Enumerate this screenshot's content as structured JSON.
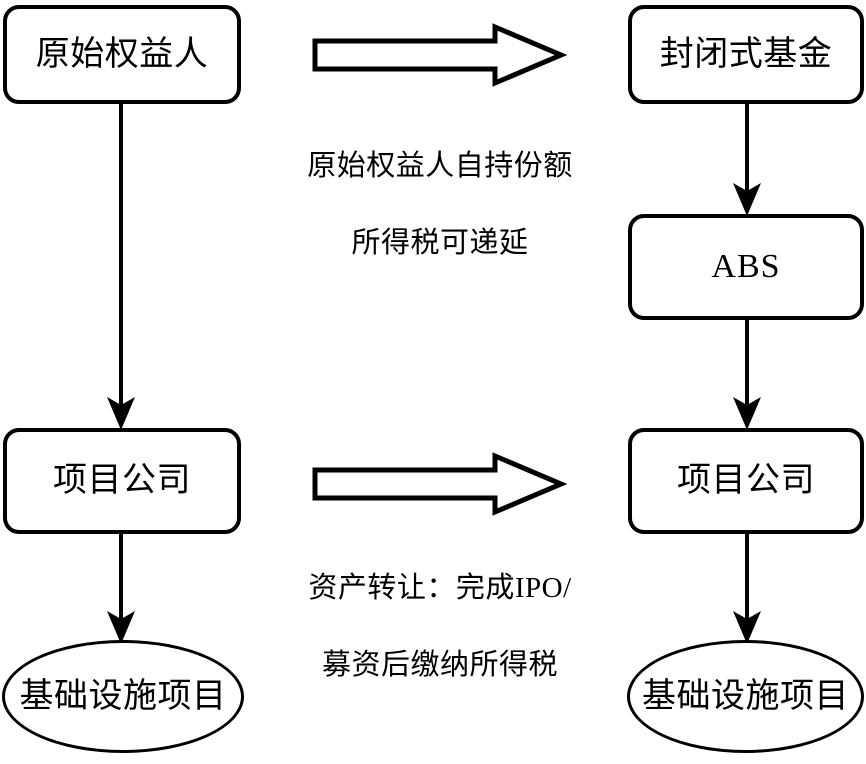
{
  "diagram": {
    "title": "REITs structure comparison flow diagram",
    "stroke_color": "#000000",
    "fill_color": "#ffffff",
    "left_column": {
      "nodes": [
        {
          "id": "original-equity-holder",
          "label": "原始权益人",
          "shape": "rounded-rect"
        },
        {
          "id": "project-company-left",
          "label": "项目公司",
          "shape": "rounded-rect"
        },
        {
          "id": "infrastructure-project-left",
          "label": "基础设施项目",
          "shape": "ellipse"
        }
      ],
      "connectors": [
        {
          "from": "original-equity-holder",
          "to": "project-company-left",
          "kind": "arrow-down"
        },
        {
          "from": "project-company-left",
          "to": "infrastructure-project-left",
          "kind": "arrow-down"
        }
      ]
    },
    "right_column": {
      "nodes": [
        {
          "id": "closed-end-fund",
          "label": "封闭式基金",
          "shape": "rounded-rect"
        },
        {
          "id": "abs",
          "label": "ABS",
          "shape": "rounded-rect"
        },
        {
          "id": "project-company-right",
          "label": "项目公司",
          "shape": "rounded-rect"
        },
        {
          "id": "infrastructure-project-right",
          "label": "基础设施项目",
          "shape": "ellipse"
        }
      ],
      "connectors": [
        {
          "from": "closed-end-fund",
          "to": "abs",
          "kind": "arrow-down"
        },
        {
          "from": "abs",
          "to": "project-company-right",
          "kind": "arrow-down"
        },
        {
          "from": "project-company-right",
          "to": "infrastructure-project-right",
          "kind": "arrow-down"
        }
      ]
    },
    "transitions": [
      {
        "id": "transition-top",
        "shape": "block-arrow-right",
        "caption_line1": "原始权益人自持份额",
        "caption_line2": "所得税可递延"
      },
      {
        "id": "transition-bottom",
        "shape": "block-arrow-right",
        "caption_line1": "资产转让：完成IPO/",
        "caption_line2": "募资后缴纳所得税"
      }
    ]
  }
}
